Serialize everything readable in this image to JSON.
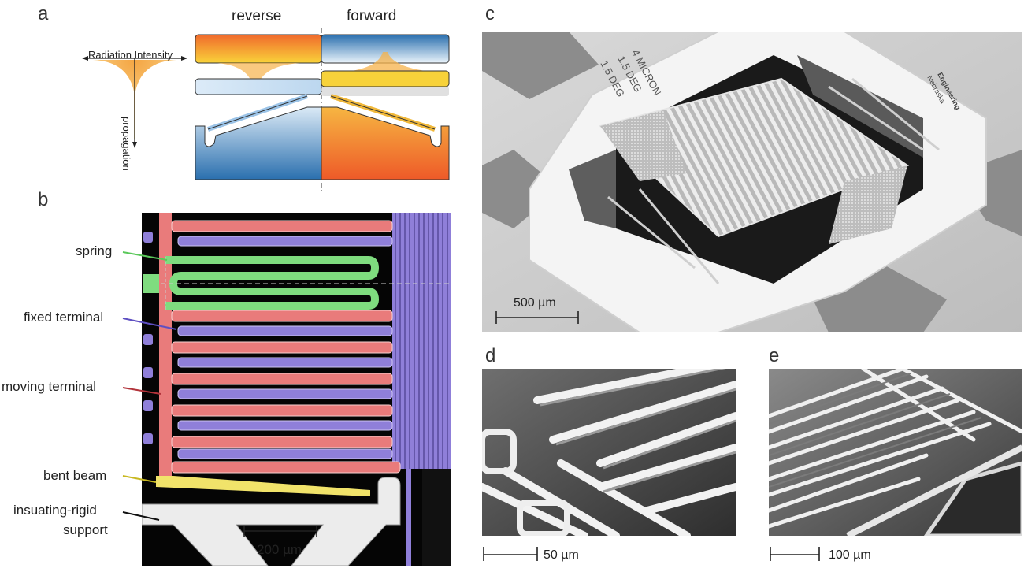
{
  "panels": {
    "a": {
      "letter": "a",
      "col_reverse": "reverse",
      "col_forward": "forward",
      "radiation_label": "Radiation Intensity",
      "propagation_label": "propagation"
    },
    "b": {
      "letter": "b",
      "labels": {
        "spring": "spring",
        "fixed_terminal": "fixed terminal",
        "moving_terminal": "moving terminal",
        "bent_beam": "bent beam",
        "support_line1": "insuating-rigid",
        "support_line2": "support"
      },
      "scale": "200 µm"
    },
    "c": {
      "letter": "c",
      "scale": "500 µm",
      "chip_text": {
        "deg1": "1.5 DEG",
        "deg2": "1.5 DEG",
        "micron": "4 MICRON",
        "logo_top": "Nebraska",
        "logo_bottom": "Engineering"
      }
    },
    "d": {
      "letter": "d",
      "scale": "50 µm"
    },
    "e": {
      "letter": "e",
      "scale": "100 µm"
    }
  },
  "colors": {
    "moving": "#e97b7b",
    "fixed": "#8f7fd9",
    "spring": "#7fdc7f",
    "bent": "#f1e36a",
    "hot": "#ef5a2a",
    "cold": "#2f73b0"
  }
}
